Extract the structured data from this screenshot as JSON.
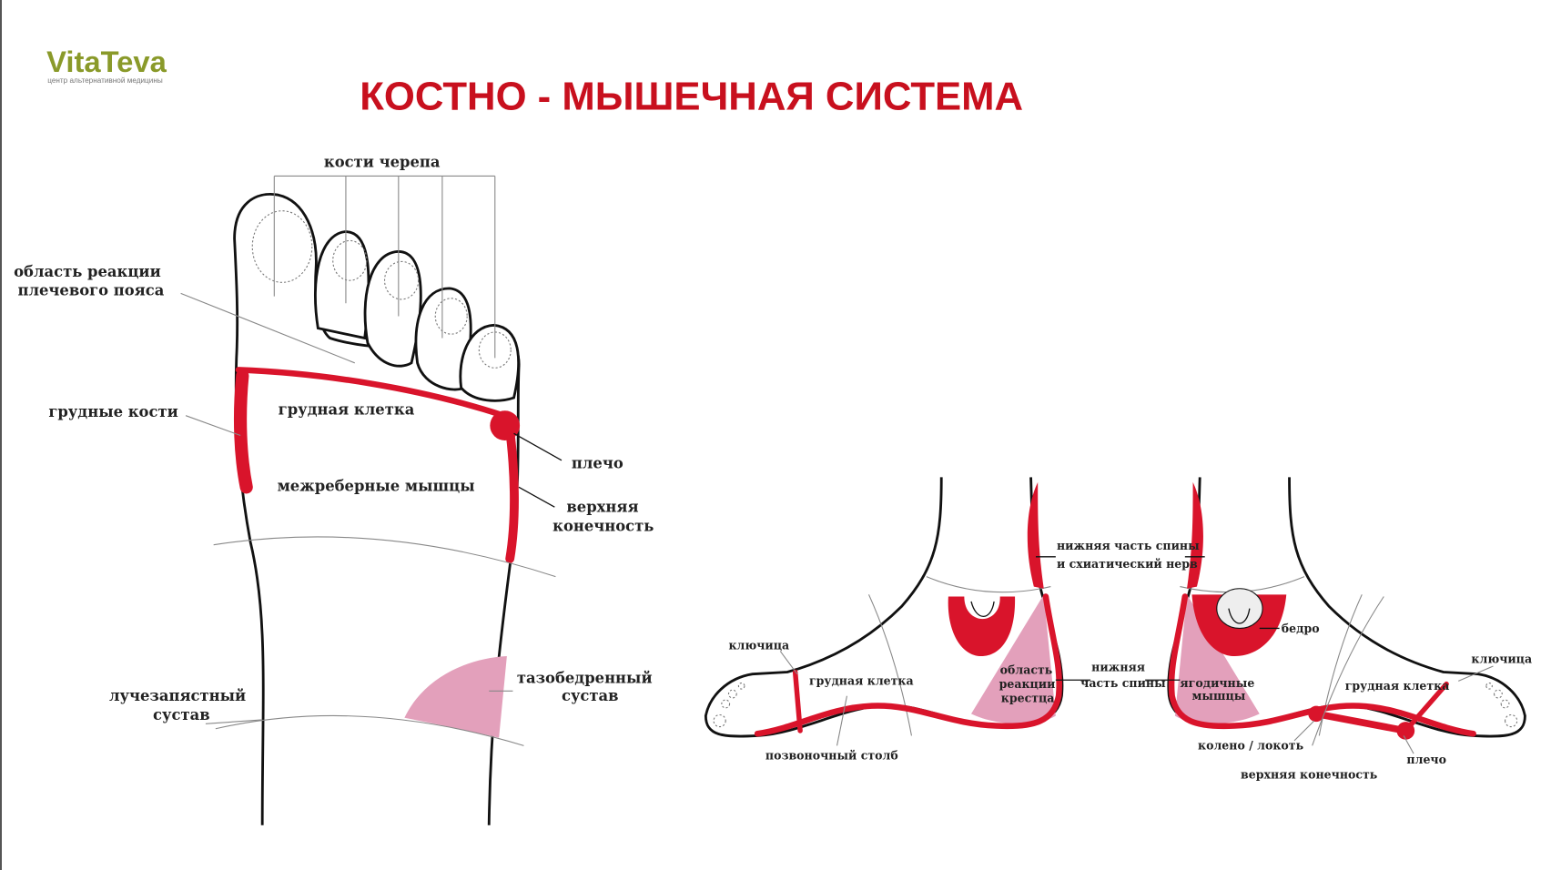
{
  "logo": {
    "brand": "VitaTeva",
    "tagline": "центр альтернативной медицины"
  },
  "title": "КОСТНО - МЫШЕЧНАЯ СИСТЕМА",
  "colors": {
    "accent": "#c8101e",
    "zone_red": "#d9142b",
    "zone_pink": "#e3a0bb",
    "logo_green": "#8a9a2a"
  },
  "sole": {
    "skull": "кости черепа",
    "shoulder_girdle": [
      "область реакции",
      "плечевого пояса"
    ],
    "chest_bones": "грудные кости",
    "rib_cage": "грудная клетка",
    "shoulder": "плечо",
    "intercostal": "межреберные мышцы",
    "upper_limb": [
      "верхняя",
      "конечность"
    ],
    "hip_joint": [
      "тазобедренный",
      "сустав"
    ],
    "wrist": [
      "лучезапястный",
      "сустав"
    ]
  },
  "side": {
    "lower_back_sciatic": [
      "нижняя часть спины",
      "и схиатический нерв"
    ],
    "clavicle_left": "ключица",
    "rib_cage_left": "грудная клетка",
    "sacrum": [
      "область",
      "реакции",
      "крестца"
    ],
    "lower_back": [
      "нижняя",
      "часть спины"
    ],
    "gluteal": [
      "ягодичные",
      "мышцы"
    ],
    "thigh": "бедро",
    "rib_cage_right": "грудная клетка",
    "clavicle_right": "ключица",
    "spine": "позвоночный столб",
    "knee_elbow": "колено / локоть",
    "shoulder": "плечо",
    "upper_limb": "верхняя конечность"
  }
}
